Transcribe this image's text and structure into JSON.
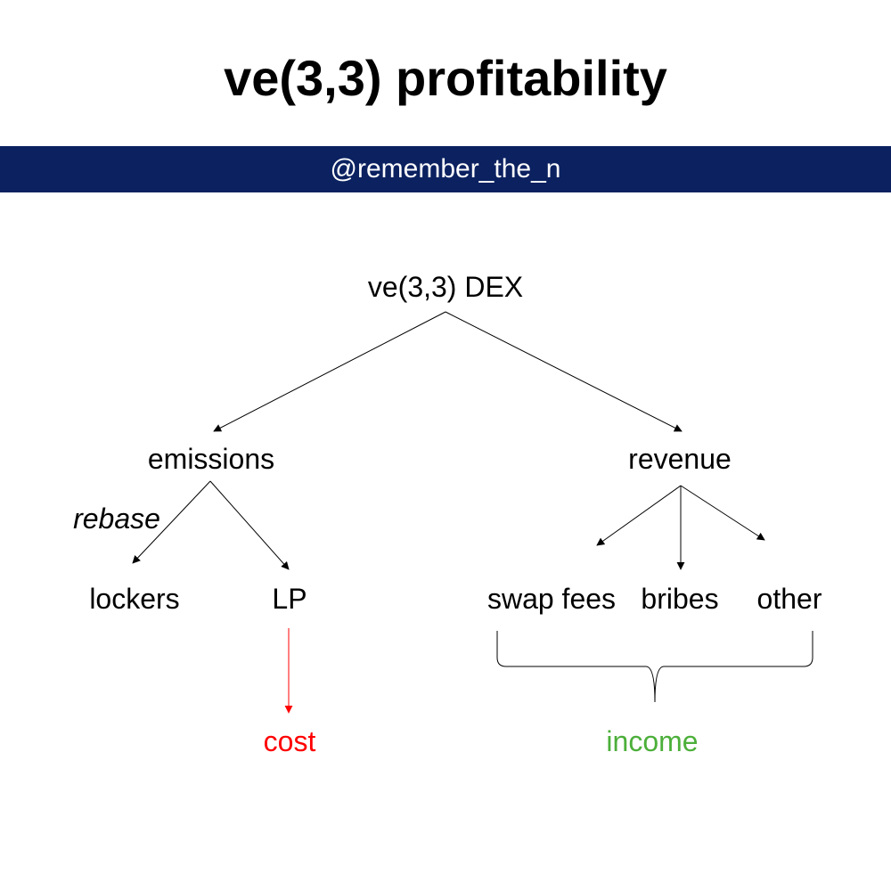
{
  "title": "ve(3,3) profitability",
  "banner": {
    "handle": "@remember_the_n",
    "color": "#0b2160"
  },
  "diagram": {
    "root": "ve(3,3) DEX",
    "left": {
      "label": "emissions",
      "edge_label": "rebase",
      "children": [
        "lockers",
        "LP"
      ],
      "outcome": "cost"
    },
    "right": {
      "label": "revenue",
      "children": [
        "swap fees",
        "bribes",
        "other"
      ],
      "outcome": "income"
    }
  },
  "colors": {
    "cost": "#ff0000",
    "income": "#4caf3a",
    "line": "#000000"
  }
}
